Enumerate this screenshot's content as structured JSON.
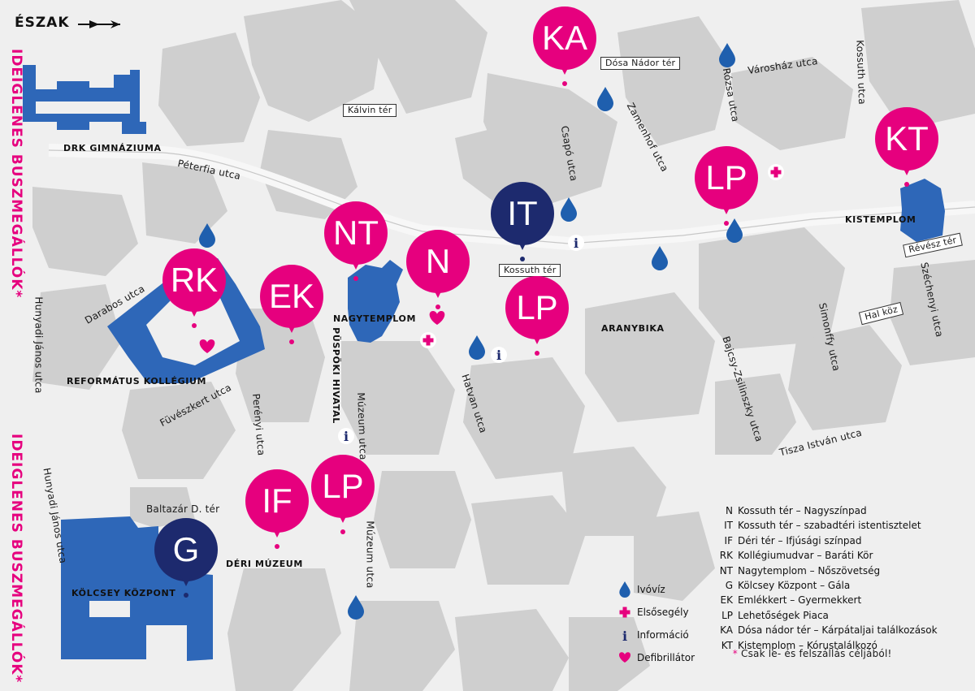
{
  "north_label": "ÉSZAK",
  "bus_stop_label": "IDEIGLENES BUSZMEGÁLLÓK*",
  "streets": {
    "peterfia": "Péterfia utca",
    "darabos": "Darabos utca",
    "hunyadi1": "Hunyadi János utca",
    "hunyadi2": "Hunyadi János utca",
    "fuveszkert": "Füvészkert utca",
    "perenyi": "Perényi utca",
    "muzeum1": "Múzeum utca",
    "muzeum2": "Múzeum utca",
    "hatvan": "Hatvan utca",
    "csapo": "Csapó utca",
    "zamenhof": "Zamenhof utca",
    "rozsa": "Rózsa utca",
    "varoshaz": "Városház utca",
    "kossuth_u": "Kossuth utca",
    "bajcsy": "Bajcsy-Zsilinszky utca",
    "simonffy": "Simonffy utca",
    "tisza": "Tisza István utca",
    "szechenyi": "Széchenyi utca"
  },
  "squares": {
    "kalvin": "Kálvin tér",
    "dosa": "Dósa Nádor tér",
    "kossuth_ter": "Kossuth tér",
    "revesz": "Révész tér",
    "hal": "Hal köz",
    "baltazar": "Baltazár D. tér"
  },
  "buildings": {
    "drk": "DRK GIMNÁZIUMA",
    "reformatus": "REFORMÁTUS KOLLÉGIUM",
    "nagytemplom": "NAGYTEMPLOM",
    "puspoki": "PÜSPÖKI HIVATAL",
    "aranybika": "ARANYBIKA",
    "kistemplom": "KISTEMPLOM",
    "deri": "DÉRI MÚZEUM",
    "kolcsey": "KÖLCSEY KÖZPONT"
  },
  "pins": [
    {
      "code": "KA",
      "color": "pink"
    },
    {
      "code": "IT",
      "color": "navy"
    },
    {
      "code": "NT",
      "color": "pink"
    },
    {
      "code": "N",
      "color": "pink"
    },
    {
      "code": "LP",
      "color": "pink"
    },
    {
      "code": "LP",
      "color": "pink"
    },
    {
      "code": "KT",
      "color": "pink"
    },
    {
      "code": "RK",
      "color": "pink"
    },
    {
      "code": "EK",
      "color": "pink"
    },
    {
      "code": "IF",
      "color": "pink"
    },
    {
      "code": "LP",
      "color": "pink"
    },
    {
      "code": "G",
      "color": "navy"
    }
  ],
  "legend_items": [
    {
      "code": "N",
      "text": "Kossuth tér – Nagyszínpad"
    },
    {
      "code": "IT",
      "text": "Kossuth tér – szabadtéri istentisztelet"
    },
    {
      "code": "IF",
      "text": "Déri tér – Ifjúsági színpad"
    },
    {
      "code": "RK",
      "text": "Kollégiumudvar – Baráti Kör"
    },
    {
      "code": "NT",
      "text": "Nagytemplom – Nőszövetség"
    },
    {
      "code": "G",
      "text": "Kölcsey Központ – Gála"
    },
    {
      "code": "EK",
      "text": "Emlékkert – Gyermekkert"
    },
    {
      "code": "LP",
      "text": "Lehetőségek Piaca"
    },
    {
      "code": "KA",
      "text": "Dósa nádor tér – Kárpátaljai találkozások"
    },
    {
      "code": "KT",
      "text": "Kistemplom – Kórustalálkozó"
    }
  ],
  "symbol_legend": {
    "water": "Ivóvíz",
    "first_aid": "Elsősegély",
    "info": "Információ",
    "defib": "Defibrillátor"
  },
  "footnote": {
    "star": "*",
    "text": "Csak le- és felszállás céljából!"
  },
  "colors": {
    "pink": "#e6007e",
    "navy": "#1d2a6e",
    "blue": "#2e67b8",
    "water": "#1f5fae",
    "building": "#cfcfcf",
    "road": "#f7f7f7"
  }
}
